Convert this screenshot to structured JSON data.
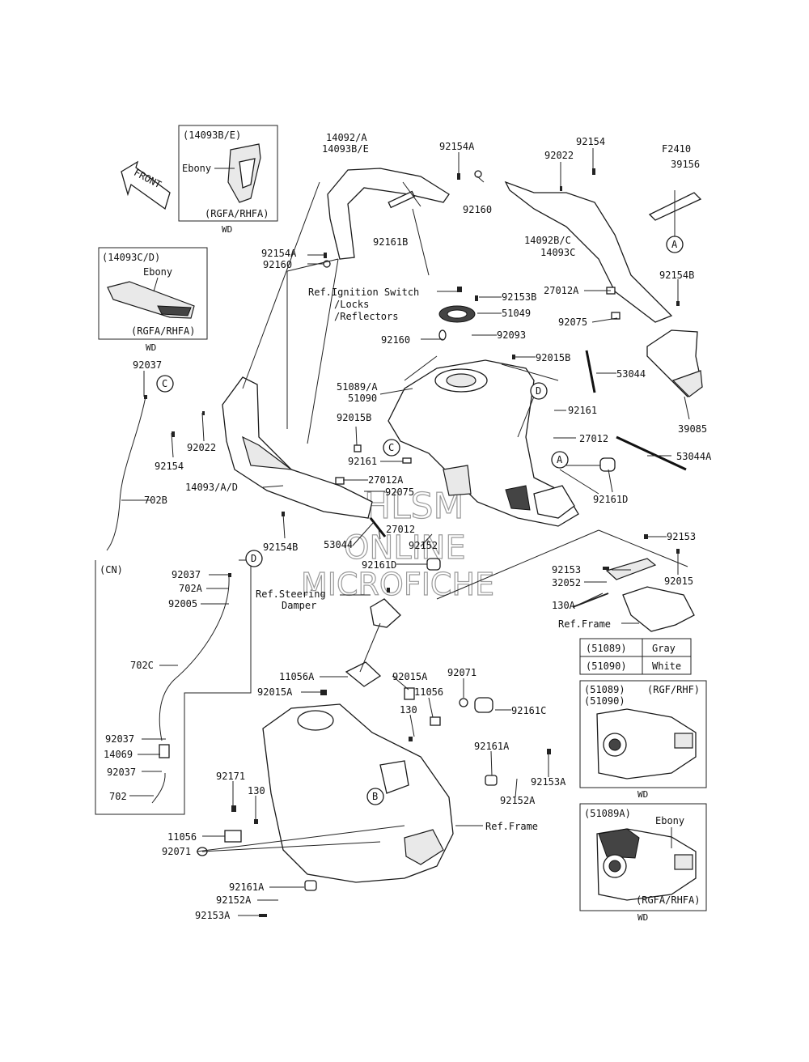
{
  "figure_code": "F2410",
  "watermark": {
    "line1": "HLSM",
    "line2": "ONLINE",
    "line3": "MICROFICHE"
  },
  "front_arrow": "FRONT",
  "inset_top": {
    "title": "(14093B/E)",
    "variant": "Ebony",
    "models": "(RGFA/RHFA)",
    "region": "WD"
  },
  "inset_left": {
    "title": "(14093C/D)",
    "variant": "Ebony",
    "models": "(RGFA/RHFA)",
    "region": "WD"
  },
  "cn_box": {
    "title": "(CN)"
  },
  "color_table": [
    {
      "part": "(51089)",
      "color": "Gray"
    },
    {
      "part": "(51090)",
      "color": "White"
    }
  ],
  "inset_tank1": {
    "parts1": "(51089)",
    "parts2": "(51090)",
    "models": "(RGF/RHF)",
    "region": "WD"
  },
  "inset_tank2": {
    "parts": "(51089A)",
    "variant": "Ebony",
    "models": "(RGFA/RHFA)",
    "region": "WD"
  },
  "callouts": [
    "A",
    "B",
    "C",
    "D"
  ],
  "labels": {
    "p14092a": "14092/A",
    "p14093be": "14093B/E",
    "p92154a_top": "92154A",
    "p92154_top": "92154",
    "p92022_top": "92022",
    "p39156": "39156",
    "p92160_top": "92160",
    "p92161b": "92161B",
    "p92154a_mid": "92154A",
    "p92160_mid": "92160",
    "p14092bc": "14092B/C",
    "p14093c": "14093C",
    "p27012a_right": "27012A",
    "p92154b_right": "92154B",
    "p92075_right": "92075",
    "ref_ign1": "Ref.Ignition Switch",
    "ref_ign2": "/Locks",
    "ref_ign3": "/Reflectors",
    "p92153b": "92153B",
    "p51049": "51049",
    "p92160_b": "92160",
    "p92093": "92093",
    "p92015b_r": "92015B",
    "p53044_r": "53044",
    "p92037_a": "92037",
    "p51089a": "51089/A",
    "p51090": "51090",
    "p92161_r": "92161",
    "p92015b_l": "92015B",
    "p39085": "39085",
    "p27012_r": "27012",
    "p92022_l": "92022",
    "p92161_l": "92161",
    "p53044a": "53044A",
    "p27012a_l": "27012A",
    "p92154_l": "92154",
    "p14093ad": "14093/A/D",
    "p92075_l": "92075",
    "p92161d_r": "92161D",
    "p702b": "702B",
    "p92154b_l": "92154B",
    "p27012_l": "27012",
    "p53044_l": "53044",
    "p92152": "92152",
    "p92153_r": "92153",
    "p92161d_l": "92161D",
    "p92153_r2": "92153",
    "p92015_r": "92015",
    "p92037_b": "92037",
    "p702a": "702A",
    "p32052": "32052",
    "p92005": "92005",
    "ref_steer1": "Ref.Steering",
    "ref_steer2": "Damper",
    "p130a": "130A",
    "ref_frame_r": "Ref.Frame",
    "p702c": "702C",
    "p11056a": "11056A",
    "p92015a_r": "92015A",
    "p92071_r": "92071",
    "p92015a_l": "92015A",
    "p11056_r": "11056",
    "p92161c": "92161C",
    "p130_r": "130",
    "p92037_c": "92037",
    "p14069": "14069",
    "p92037_d": "92037",
    "p702": "702",
    "p92161a_r": "92161A",
    "p92153a_r": "92153A",
    "p92152a_r": "92152A",
    "p92171": "92171",
    "p130_l": "130",
    "ref_frame_b": "Ref.Frame",
    "p11056_l": "11056",
    "p92071_l": "92071",
    "p92161a_l": "92161A",
    "p92152a_l": "92152A",
    "p92153a_l": "92153A"
  }
}
